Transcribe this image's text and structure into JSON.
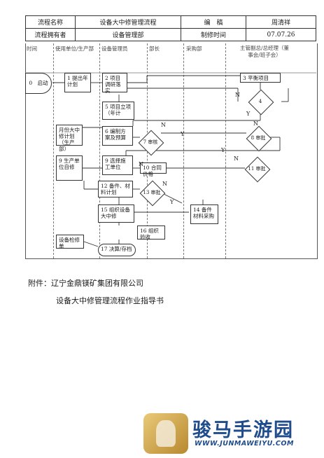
{
  "header": {
    "row1": [
      "流程名称",
      "设备大中修管理流程",
      "编　稿",
      "周清祥"
    ],
    "row2": [
      "流程拥有者",
      "设备管理部",
      "制修时间",
      "07.07.26"
    ]
  },
  "lanes": [
    "时间",
    "使用单位/生产部",
    "设备管理员",
    "部长",
    "采购部",
    "主管副总/总经理（董事会/班子会）"
  ],
  "nodes": {
    "start": "0　启动",
    "n1": "1 提出年计划",
    "n2": "2 项目调研落实",
    "n3": "3 平衡项目",
    "n4": "4",
    "n5": "5 项目立项（年计",
    "doc_plan": "月份大中修计划（生产部）",
    "n6": "6 编制方案及预算",
    "n7": "7 审核",
    "n8": "8 审批",
    "n9": "9 生产单位自修",
    "n9b": "9 选择施工单位",
    "n10": "10 合同价格",
    "n11": "11 审批",
    "n12": "12 备件、材料计划",
    "n13": "13 审批",
    "n14": "14 备件材料采购",
    "n15": "15 组织设备大中修",
    "n16": "16 组织验收",
    "doc_check": "设备检修单",
    "n17": "17 决算/存档"
  },
  "labels": {
    "N": "N",
    "Y": "Y"
  },
  "footer": {
    "line1": "附件：辽宁金鼎镁矿集团有限公司",
    "line2": "设备大中修管理流程作业指导书"
  },
  "watermark": {
    "brand": "骏马手游园",
    "url": "WWW.JUNMAWEIYU.COM"
  }
}
